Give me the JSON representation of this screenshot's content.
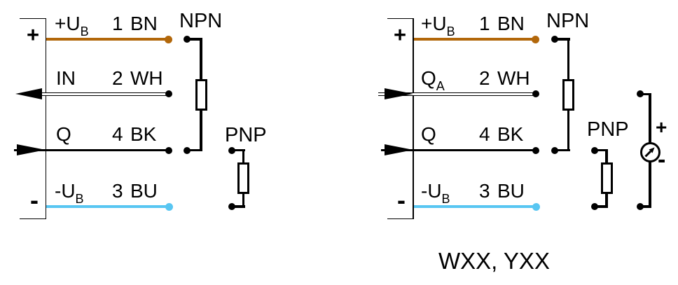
{
  "colors": {
    "wire_brown_bn": "#b2670a",
    "wire_blue_bu": "#58c6f2",
    "diagram_black": "#000000",
    "background": "#ffffff"
  },
  "symbols": {
    "meter": "analog-meter-icon",
    "input_direction": "arrow-left",
    "output_direction": "arrow-right",
    "load": "resistor"
  },
  "left_diagram": {
    "terminal_plus": "+",
    "terminal_minus": "-",
    "npn_label": "NPN",
    "pnp_label": "PNP",
    "rows": {
      "supply_plus": {
        "signal": "+U",
        "sub": "B",
        "pin": "1",
        "color_code": "BN"
      },
      "input": {
        "signal": "IN",
        "sub": "",
        "pin": "2",
        "color_code": "WH"
      },
      "output": {
        "signal": "Q",
        "sub": "",
        "pin": "4",
        "color_code": "BK"
      },
      "supply_minus": {
        "signal": "-U",
        "sub": "B",
        "pin": "3",
        "color_code": "BU"
      }
    }
  },
  "right_diagram": {
    "terminal_plus": "+",
    "terminal_minus": "-",
    "npn_label": "NPN",
    "pnp_label": "PNP",
    "meter_plus": "+",
    "meter_minus": "-",
    "caption": "WXX, YXX",
    "rows": {
      "supply_plus": {
        "signal": "+U",
        "sub": "B",
        "pin": "1",
        "color_code": "BN"
      },
      "analog_output": {
        "signal": "Q",
        "sub": "A",
        "pin": "2",
        "color_code": "WH"
      },
      "output": {
        "signal": "Q",
        "sub": "",
        "pin": "4",
        "color_code": "BK"
      },
      "supply_minus": {
        "signal": "-U",
        "sub": "B",
        "pin": "3",
        "color_code": "BU"
      }
    }
  }
}
